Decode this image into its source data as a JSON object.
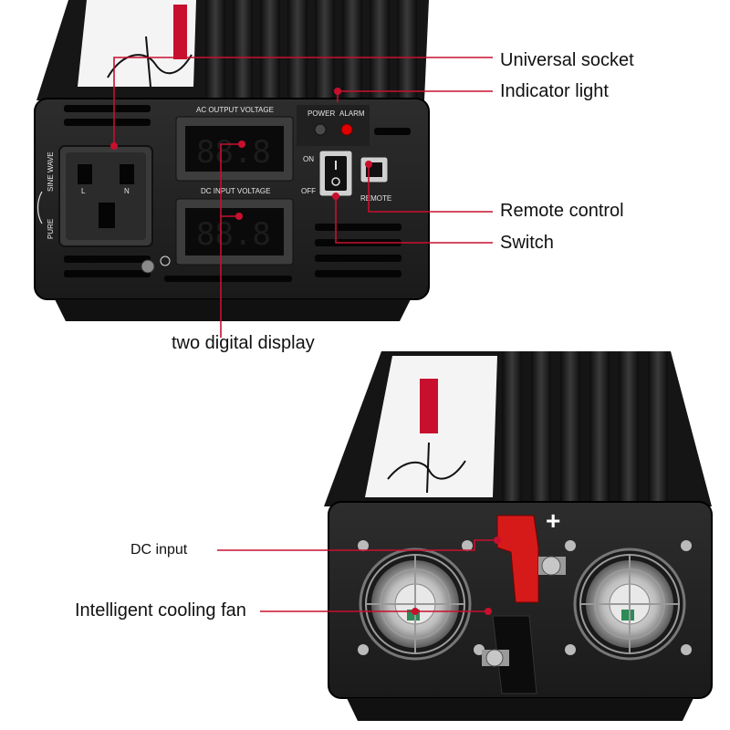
{
  "callouts": {
    "universal_socket": "Universal socket",
    "indicator_light": "Indicator light",
    "remote_control": "Remote control",
    "switch": "Switch",
    "two_digital_display": "two digital display",
    "dc_input": "DC input",
    "cooling_fan": "Intelligent cooling fan"
  },
  "panel": {
    "ac_output_voltage": "AC OUTPUT VOLTAGE",
    "dc_input_voltage": "DC INPUT VOLTAGE",
    "power": "POWER",
    "alarm": "ALARM",
    "on": "ON",
    "off": "OFF",
    "remote": "REMOTE",
    "sine_wave": "SINE WAVE",
    "pure": "PURE",
    "socket_l": "L",
    "socket_n": "N",
    "plus_sign": "+"
  },
  "colors": {
    "leader_line": "#c8102e",
    "body": "#1b1b1b",
    "indicator_alarm": "#e00000"
  }
}
